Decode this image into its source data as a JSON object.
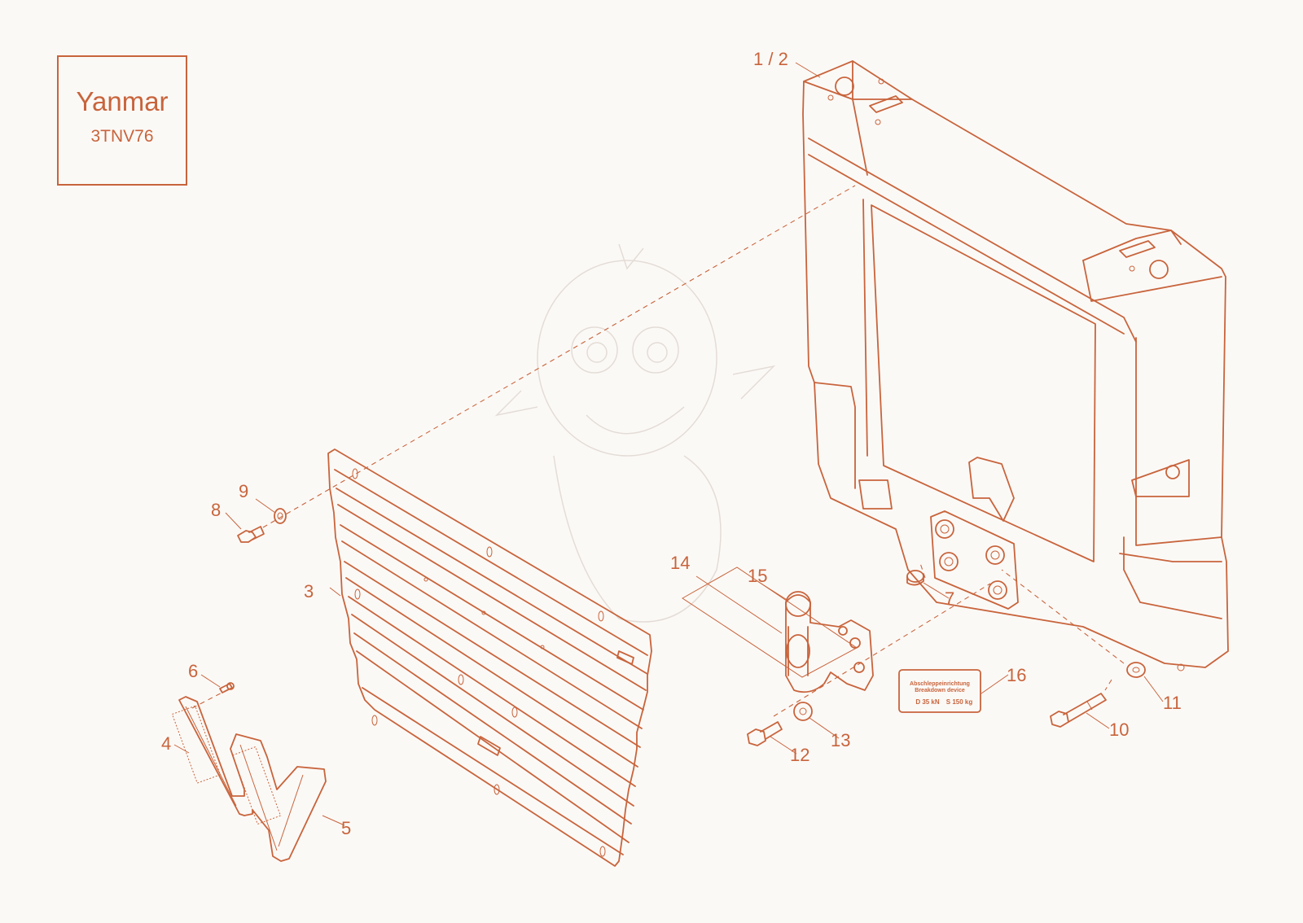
{
  "title": {
    "brand": "Yanmar",
    "model": "3TNV76"
  },
  "callouts": {
    "c1_2": "1 / 2",
    "c3": "3",
    "c4": "4",
    "c5": "5",
    "c6": "6",
    "c7": "7",
    "c8": "8",
    "c9": "9",
    "c10": "10",
    "c11": "11",
    "c12": "12",
    "c13": "13",
    "c14": "14",
    "c15": "15",
    "c16": "16"
  },
  "decal": {
    "line1": "Abschleppeinrichtung",
    "line2": "Breakdown device",
    "load_d": "D 35 kN",
    "load_s": "S 150 kg"
  },
  "colors": {
    "line": "#c8643c",
    "background": "#fbf9f6"
  }
}
